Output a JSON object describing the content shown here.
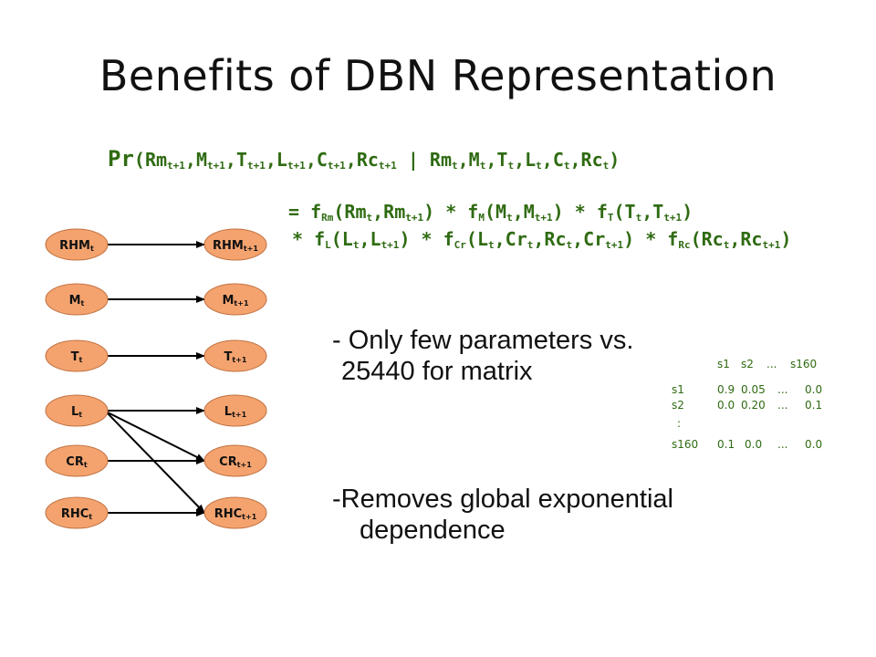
{
  "title": "Benefits of DBN Representation",
  "formula": {
    "lhs": {
      "pr": "Pr",
      "open": "(",
      "rm": "Rm",
      "m": "M",
      "t": "T",
      "l": "L",
      "c": "C",
      "rc": "Rc",
      "tsub": "t",
      "t1sub": "t+1",
      "given": " | "
    },
    "line1_prefix": "= ",
    "line2_prefix": " * ",
    "factors": {
      "f": "f",
      "rm_sub": "Rm",
      "m_sub": "M",
      "t_sub": "T",
      "l_sub": "L",
      "cr_sub": "Cr",
      "rc_sub": "Rc",
      "rm_args_a": "Rm",
      "m_args_a": "M",
      "t_args_a": "T",
      "l_args_a": "L",
      "cr_args": "Cr",
      "rc_args": "Rc"
    }
  },
  "diagram": {
    "left_nodes": [
      {
        "base": "RHM",
        "sub": "t"
      },
      {
        "base": "M",
        "sub": "t"
      },
      {
        "base": "T",
        "sub": "t"
      },
      {
        "base": "L",
        "sub": "t"
      },
      {
        "base": "CR",
        "sub": "t"
      },
      {
        "base": "RHC",
        "sub": "t"
      }
    ],
    "right_nodes": [
      {
        "base": "RHM",
        "sub": "t+1"
      },
      {
        "base": "M",
        "sub": "t+1"
      },
      {
        "base": "T",
        "sub": "t+1"
      },
      {
        "base": "L",
        "sub": "t+1"
      },
      {
        "base": "CR",
        "sub": "t+1"
      },
      {
        "base": "RHC",
        "sub": "t+1"
      }
    ],
    "edges": [
      [
        0,
        0
      ],
      [
        1,
        1
      ],
      [
        2,
        2
      ],
      [
        3,
        3
      ],
      [
        3,
        4
      ],
      [
        3,
        5
      ],
      [
        4,
        4
      ],
      [
        5,
        5
      ]
    ],
    "node_fill": "#f4a36f",
    "node_stroke": "#c07040"
  },
  "bullets": {
    "b1_line1": "- Only few parameters vs.",
    "b1_line2": "25440 for matrix",
    "b2_line1": "-Removes global exponential",
    "b2_line2": "dependence"
  },
  "matrix": {
    "col_headers": [
      "s1",
      "s2",
      "...",
      "s160"
    ],
    "row_headers": [
      "s1",
      "s2",
      ":",
      "s160"
    ],
    "rows": [
      [
        "0.9",
        "0.05",
        "...",
        "0.0"
      ],
      [
        "0.0",
        "0.20",
        "...",
        "0.1"
      ],
      [
        "0.1",
        "0.0",
        "...",
        "0.0"
      ]
    ]
  },
  "colors": {
    "formula": "#2f6b12",
    "node": "#f4a36f"
  }
}
